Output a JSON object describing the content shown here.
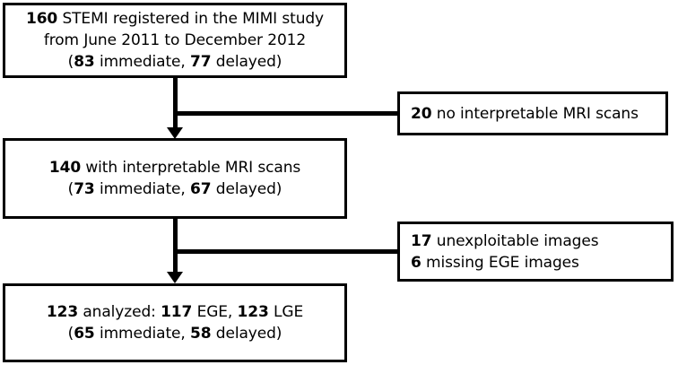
{
  "diagram": {
    "title": "MIMI study patient flow diagram",
    "type": "flowchart",
    "stroke_color": "#000000",
    "background_color": "#ffffff",
    "nodes": {
      "enrolled": {
        "name": "enrolled-box",
        "lines": [
          {
            "bold_prefix": "160",
            "text": " STEMI registered in the MIMI study"
          },
          {
            "bold_prefix": "",
            "text": "from June 2011 to December 2012"
          },
          {
            "bold_prefix": "",
            "text": "(83 immediate, 77 delayed)"
          }
        ],
        "line1_number": "160",
        "line1_rest": " STEMI registered in the MIMI study",
        "line2_full": "from June 2011 to December 2012",
        "line3_open": "(",
        "line3_num_a": "83",
        "line3_mid": " immediate, ",
        "line3_num_b": "77",
        "line3_close": " delayed)"
      },
      "excluded_1": {
        "name": "excluded-no-interpretable-box",
        "line1_number": "20",
        "line1_rest": " no interpretable MRI scans"
      },
      "interpretable": {
        "name": "interpretable-box",
        "line1_number": "140",
        "line1_rest": " with interpretable MRI scans",
        "line2_open": "(",
        "line2_num_a": "73",
        "line2_mid": " immediate, ",
        "line2_num_b": "67",
        "line2_close": " delayed)"
      },
      "excluded_2": {
        "name": "excluded-images-box",
        "line1_number": "17",
        "line1_rest": " unexploitable images",
        "line2_number": "6",
        "line2_rest": " missing EGE images"
      },
      "analyzed": {
        "name": "analyzed-box",
        "line1_num_a": "123",
        "line1_mid_a": " analyzed: ",
        "line1_num_b": "117",
        "line1_mid_b": " EGE, ",
        "line1_num_c": "123",
        "line1_end": " LGE",
        "line2_open": "(",
        "line2_num_a": "65",
        "line2_mid": " immediate, ",
        "line2_num_b": "58",
        "line2_close": " delayed)"
      }
    },
    "connectors": [
      {
        "name": "enrolled-to-interpretable-connector",
        "from": "enrolled",
        "to": "interpretable",
        "branch_to": "excluded_1",
        "arrow": "down"
      },
      {
        "name": "interpretable-to-analyzed-connector",
        "from": "interpretable",
        "to": "analyzed",
        "branch_to": "excluded_2",
        "arrow": "down"
      }
    ]
  }
}
